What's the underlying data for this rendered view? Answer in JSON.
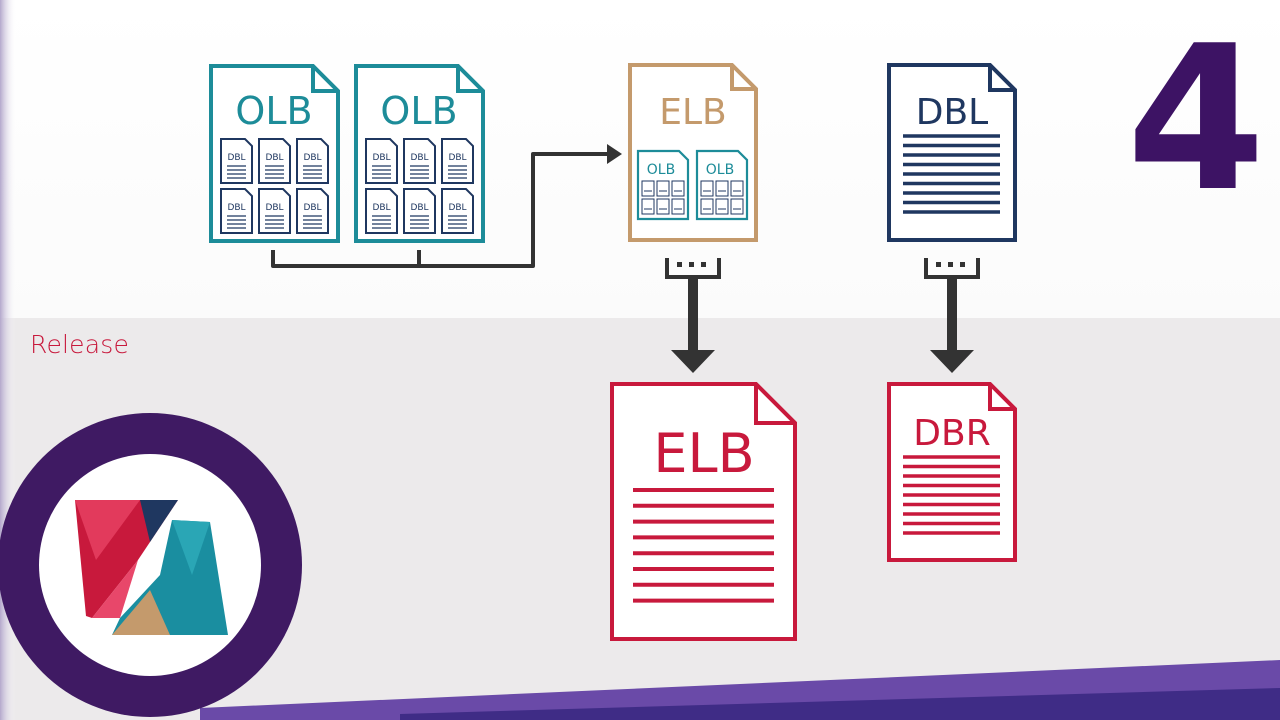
{
  "slide": {
    "step_number": "4",
    "section_label": "Release"
  },
  "files": {
    "olb_1": {
      "label": "OLB",
      "inner_labels": [
        "DBL",
        "DBL",
        "DBL",
        "DBL",
        "DBL",
        "DBL"
      ]
    },
    "olb_2": {
      "label": "OLB",
      "inner_labels": [
        "DBL",
        "DBL",
        "DBL",
        "DBL",
        "DBL",
        "DBL"
      ]
    },
    "elb_source": {
      "label": "ELB",
      "inner_labels": [
        "OLB",
        "OLB"
      ]
    },
    "dbl_source": {
      "label": "DBL"
    },
    "elb_release": {
      "label": "ELB"
    },
    "dbr_release": {
      "label": "DBR"
    }
  },
  "colors": {
    "olb": "#1d8c99",
    "elb_source": "#c49a6c",
    "dbl": "#1f3760",
    "release": "#c8193c",
    "step_number": "#3d1364",
    "connector": "#333333",
    "release_band": "#eceaeb",
    "logo_ring": "#3f1a63"
  },
  "icons": [
    "document-icon",
    "compile-arrow-icon",
    "connector-arrow-icon",
    "brand-logo-icon"
  ]
}
